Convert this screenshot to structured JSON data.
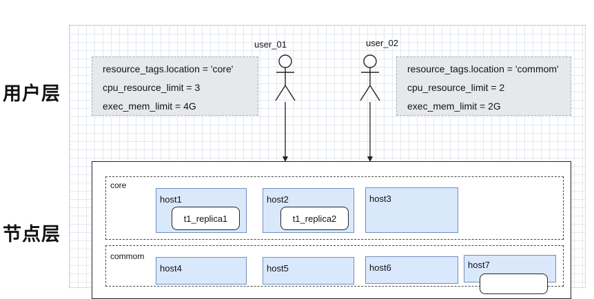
{
  "layers": {
    "user_layer_label": "用户层",
    "node_layer_label": "节点层"
  },
  "users": [
    {
      "name": "user_01",
      "config": [
        "resource_tags.location = 'core'",
        "cpu_resource_limit = 3",
        "exec_mem_limit = 4G"
      ]
    },
    {
      "name": "user_02",
      "config": [
        "resource_tags.location = 'commom'",
        "cpu_resource_limit = 2",
        "exec_mem_limit = 2G"
      ]
    }
  ],
  "groups": [
    {
      "label": "core",
      "hosts": [
        {
          "name": "host1",
          "replica": "t1_replica1"
        },
        {
          "name": "host2",
          "replica": "t1_replica2"
        },
        {
          "name": "host3",
          "replica": ""
        }
      ]
    },
    {
      "label": "commom",
      "hosts": [
        {
          "name": "host4",
          "replica": ""
        },
        {
          "name": "host5",
          "replica": ""
        },
        {
          "name": "host6",
          "replica": ""
        },
        {
          "name": "host7",
          "replica": ""
        }
      ]
    }
  ],
  "colors": {
    "host_fill": "#dae8fc",
    "host_border": "#6c8ebf",
    "tag_box_fill": "#e6e9ec"
  }
}
